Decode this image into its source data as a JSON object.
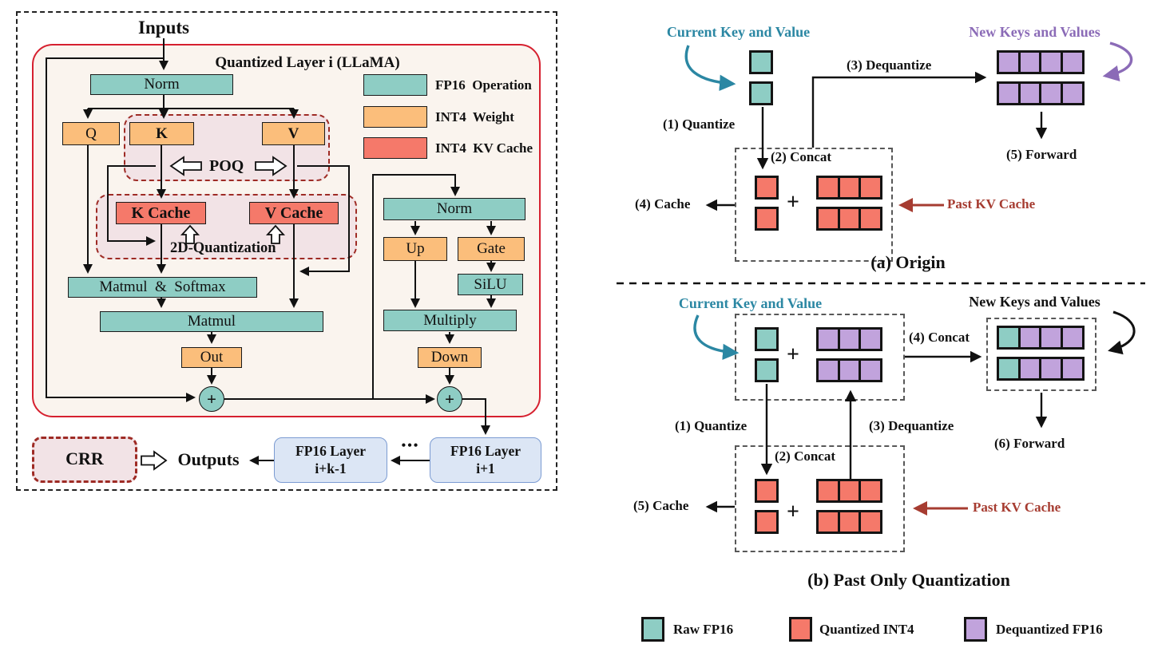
{
  "colors": {
    "fp16_teal": "#8ECDC4",
    "int4_weight_orange": "#FBBE7B",
    "int4_kv_salmon": "#F5796A",
    "dequant_purple": "#C1A3DC",
    "fp16_layer_blue": "#DCE6F5",
    "red_container_border": "#D6202F",
    "dark_red_dashed": "#9E2B25",
    "teal_text": "#2B87A3",
    "purple_text": "#8B6BB7",
    "dark_red_text": "#A63C31",
    "cream_fill": "#FAF4EE",
    "pink_fill": "#F2E3E6"
  },
  "left": {
    "inputs_label": "Inputs",
    "container_title": "Quantized Layer i (LLaMA)",
    "legend": [
      {
        "label": "FP16  Operation"
      },
      {
        "label": "INT4  Weight"
      },
      {
        "label": "INT4  KV Cache"
      }
    ],
    "blocks": {
      "norm1": "Norm",
      "q": "Q",
      "k": "K",
      "v": "V",
      "poq": "POQ",
      "k_cache": "K Cache",
      "v_cache": "V Cache",
      "quant2d": "2D-Quantization",
      "matmul_softmax": "Matmul  &  Softmax",
      "matmul": "Matmul",
      "out": "Out",
      "norm2": "Norm",
      "up": "Up",
      "gate": "Gate",
      "silu": "SiLU",
      "multiply": "Multiply",
      "down": "Down",
      "plus1": "+",
      "plus2": "+"
    },
    "fp16_layer_next": {
      "line1": "FP16 Layer",
      "line2": "i+1"
    },
    "fp16_layer_last": {
      "line1": "FP16 Layer",
      "line2": "i+k-1"
    },
    "dots": "•••",
    "crr_label": "CRR",
    "outputs_label": "Outputs"
  },
  "diagram_a": {
    "caption": "(a) Origin",
    "current_kv_label": "Current Key and Value",
    "new_kv_label": "New Keys and Values",
    "past_kv_label": "Past KV Cache",
    "plus": "+",
    "steps": {
      "quantize": "(1) Quantize",
      "concat": "(2) Concat",
      "dequantize": "(3) Dequantize",
      "cache": "(4) Cache",
      "forward": "(5) Forward"
    }
  },
  "diagram_b": {
    "caption": "(b) Past Only Quantization",
    "current_kv_label": "Current Key and Value",
    "new_kv_label": "New Keys and Values",
    "past_kv_label": "Past KV Cache",
    "plus_mix": "+",
    "plus_cache": "+",
    "steps": {
      "quantize": "(1) Quantize",
      "concat2": "(2) Concat",
      "dequantize": "(3) Dequantize",
      "concat4": "(4) Concat",
      "cache": "(5) Cache",
      "forward": "(6) Forward"
    }
  },
  "bottom_legend": [
    {
      "label": "Raw FP16",
      "swatch": "raw"
    },
    {
      "label": "Quantized INT4",
      "swatch": "q"
    },
    {
      "label": "Dequantized FP16",
      "swatch": "deq"
    }
  ],
  "grids": {
    "a_current": {
      "rows": [
        [
          "raw"
        ],
        [
          "raw"
        ]
      ]
    },
    "a_new": {
      "rows": [
        [
          "deq",
          "deq",
          "deq",
          "deq"
        ],
        [
          "deq",
          "deq",
          "deq",
          "deq"
        ]
      ]
    },
    "a_cache_left": {
      "rows": [
        [
          "q"
        ],
        [
          "q"
        ]
      ]
    },
    "a_cache_right": {
      "rows": [
        [
          "q",
          "q",
          "q"
        ],
        [
          "q",
          "q",
          "q"
        ]
      ]
    },
    "b_current": {
      "rows": [
        [
          "raw"
        ],
        [
          "raw"
        ]
      ]
    },
    "b_past_deq": {
      "rows": [
        [
          "deq",
          "deq",
          "deq"
        ],
        [
          "deq",
          "deq",
          "deq"
        ]
      ]
    },
    "b_new": {
      "rows": [
        [
          "raw",
          "deq",
          "deq",
          "deq"
        ],
        [
          "raw",
          "deq",
          "deq",
          "deq"
        ]
      ]
    },
    "b_cache_left": {
      "rows": [
        [
          "q"
        ],
        [
          "q"
        ]
      ]
    },
    "b_cache_right": {
      "rows": [
        [
          "q",
          "q",
          "q"
        ],
        [
          "q",
          "q",
          "q"
        ]
      ]
    }
  }
}
